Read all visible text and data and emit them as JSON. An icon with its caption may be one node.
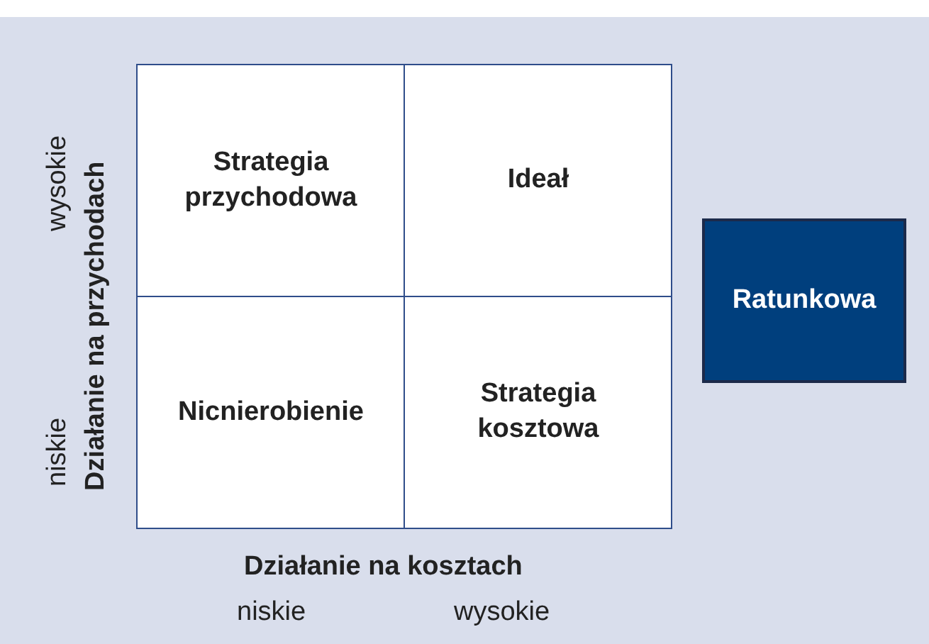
{
  "diagram": {
    "nodes": [
      {
        "text": [
          "Strategia przychodowa"
        ]
      },
      {
        "text": [
          "Ideał"
        ]
      },
      {
        "text": [
          "Nicnierobienie"
        ]
      },
      {
        "text": [
          "Strategia kosztowa"
        ]
      },
      {
        "text": [
          "Ratunkowa"
        ]
      }
    ],
    "labels": [
      "wysokie",
      "niskie",
      "Działanie na przychodach",
      "Działanie na kosztach",
      "niskie",
      "wysokie"
    ]
  }
}
